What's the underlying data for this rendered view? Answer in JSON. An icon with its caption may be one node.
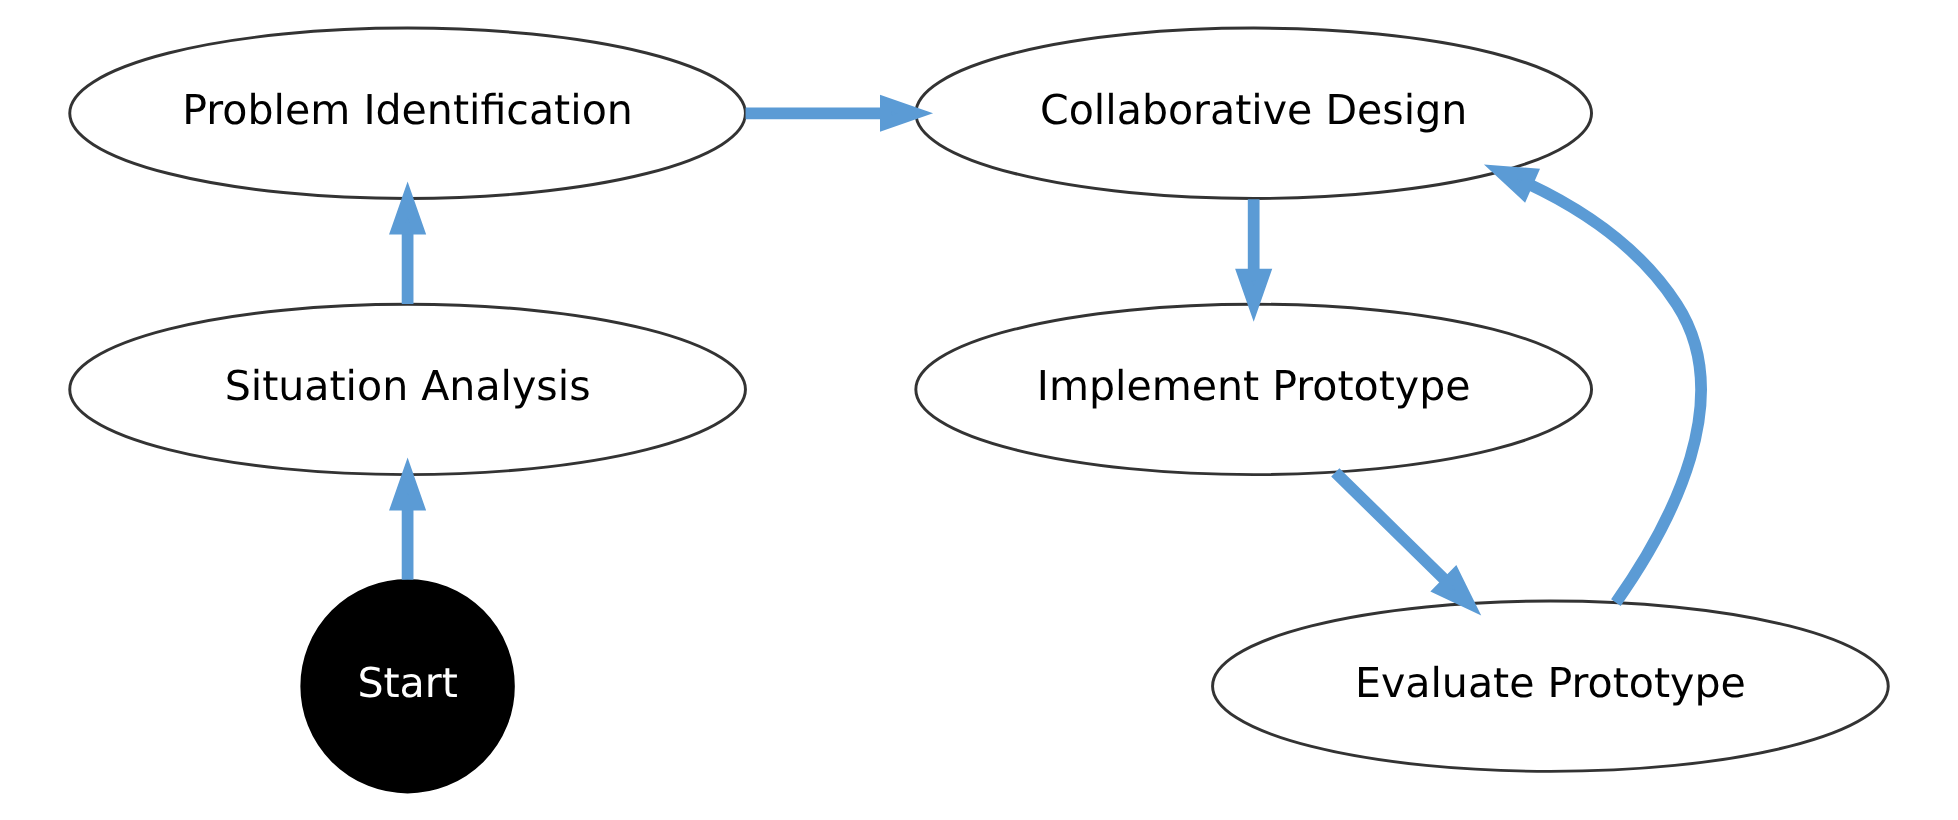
{
  "diagram": {
    "nodes": [
      {
        "text": [
          "Start"
        ]
      },
      {
        "text": [
          "Situation Analysis"
        ]
      },
      {
        "text": [
          "Problem Identification"
        ]
      },
      {
        "text": [
          "Collaborative Design"
        ]
      },
      {
        "text": [
          "Implement Prototype"
        ]
      },
      {
        "text": [
          "Evaluate Prototype"
        ]
      }
    ],
    "edges": [
      {
        "from": 0,
        "to": 1,
        "arrow": "to"
      },
      {
        "from": 1,
        "to": 2,
        "arrow": "to"
      },
      {
        "from": 2,
        "to": 3,
        "arrow": "to"
      },
      {
        "from": 3,
        "to": 4,
        "arrow": "to"
      },
      {
        "from": 4,
        "to": 5,
        "arrow": "to"
      },
      {
        "from": 5,
        "to": 3,
        "arrow": "to"
      }
    ]
  }
}
